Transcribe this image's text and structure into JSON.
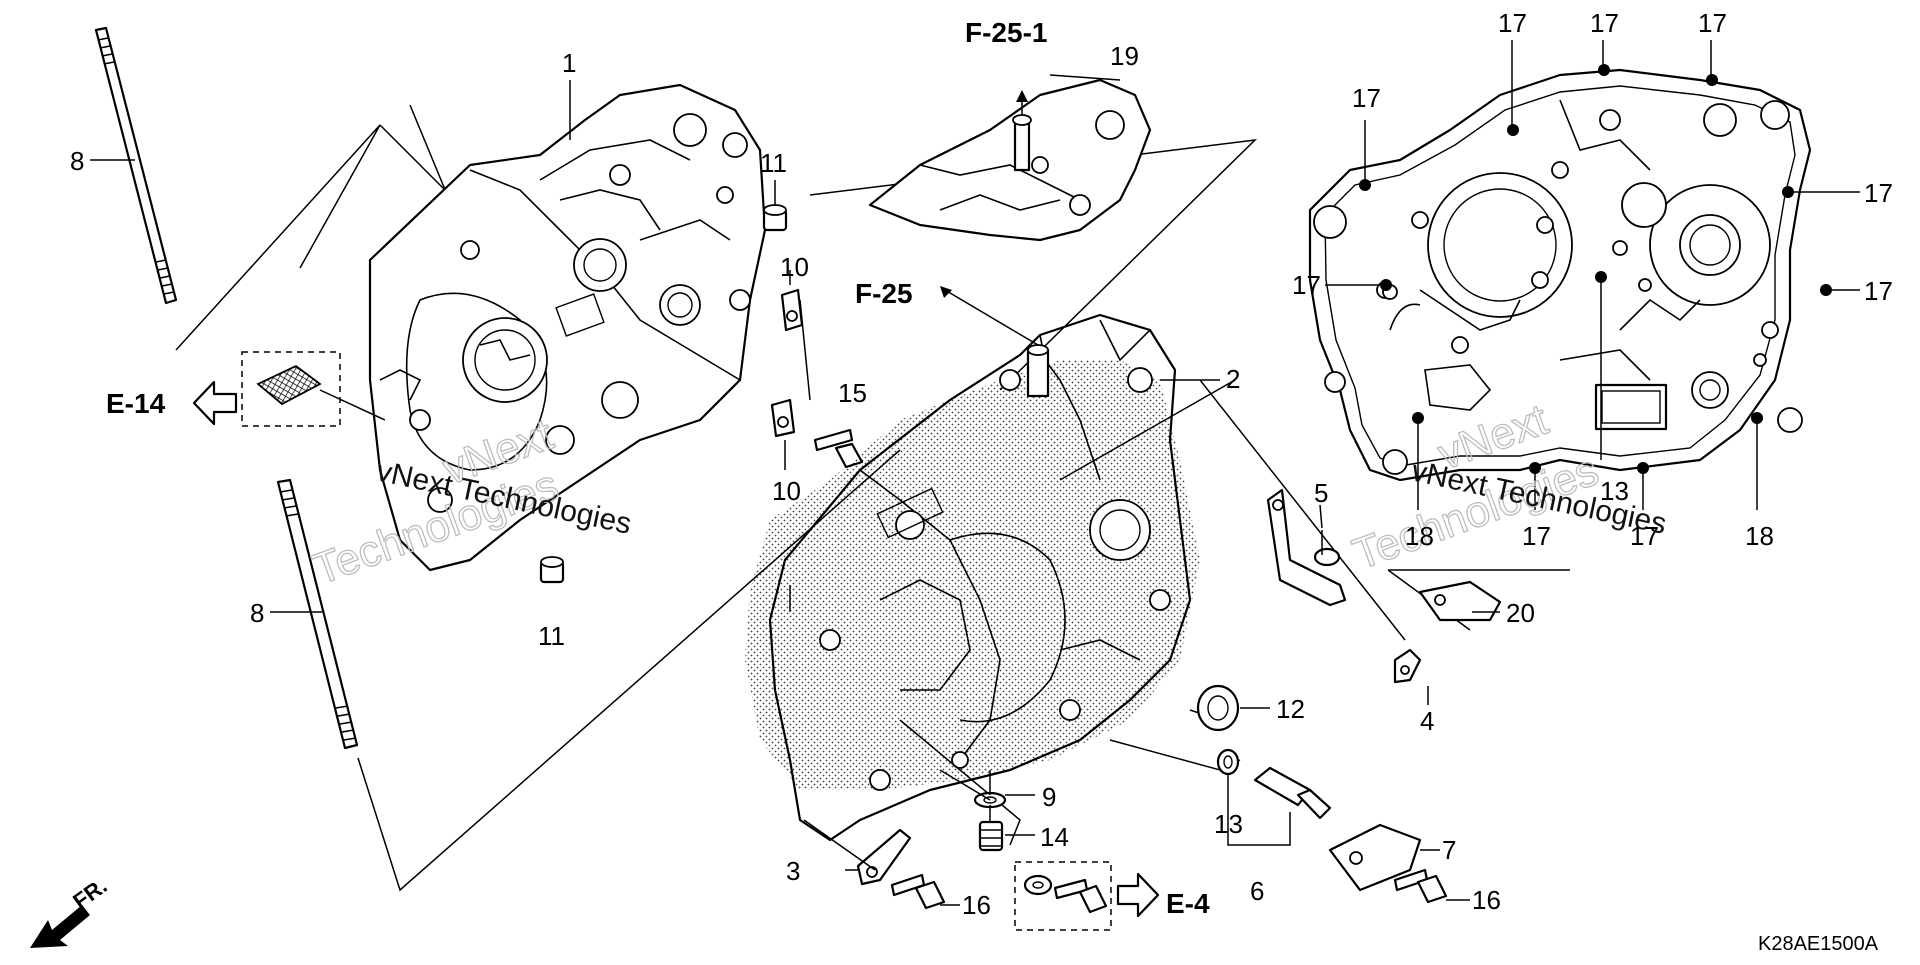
{
  "diagram": {
    "callouts": [
      {
        "id": "c1",
        "text": "1"
      },
      {
        "id": "c2",
        "text": "2"
      },
      {
        "id": "c3",
        "text": "3"
      },
      {
        "id": "c4",
        "text": "4"
      },
      {
        "id": "c5",
        "text": "5"
      },
      {
        "id": "c6",
        "text": "6"
      },
      {
        "id": "c7",
        "text": "7"
      },
      {
        "id": "c8a",
        "text": "8"
      },
      {
        "id": "c8b",
        "text": "8"
      },
      {
        "id": "c9",
        "text": "9"
      },
      {
        "id": "c10a",
        "text": "10"
      },
      {
        "id": "c10b",
        "text": "10"
      },
      {
        "id": "c11a",
        "text": "11"
      },
      {
        "id": "c11b",
        "text": "11"
      },
      {
        "id": "c12",
        "text": "12"
      },
      {
        "id": "c13a",
        "text": "13"
      },
      {
        "id": "c13b",
        "text": "13"
      },
      {
        "id": "c14",
        "text": "14"
      },
      {
        "id": "c15",
        "text": "15"
      },
      {
        "id": "c16a",
        "text": "16"
      },
      {
        "id": "c16b",
        "text": "16"
      },
      {
        "id": "c17a",
        "text": "17"
      },
      {
        "id": "c17b",
        "text": "17"
      },
      {
        "id": "c17c",
        "text": "17"
      },
      {
        "id": "c17d",
        "text": "17"
      },
      {
        "id": "c17e",
        "text": "17"
      },
      {
        "id": "c17f",
        "text": "17"
      },
      {
        "id": "c17g",
        "text": "17"
      },
      {
        "id": "c17h",
        "text": "17"
      },
      {
        "id": "c17i",
        "text": "17"
      },
      {
        "id": "c18a",
        "text": "18"
      },
      {
        "id": "c18b",
        "text": "18"
      },
      {
        "id": "c19",
        "text": "19"
      },
      {
        "id": "c20",
        "text": "20"
      }
    ],
    "references": {
      "f251": "F-25-1",
      "f25": "F-25",
      "e14": "E-14",
      "e4": "E-4"
    },
    "front_label": "FR.",
    "drawing_code": "K28AE1500A",
    "watermark": {
      "line1": "vNext",
      "line2": "Technologies",
      "small": "vNext Technologies"
    }
  }
}
